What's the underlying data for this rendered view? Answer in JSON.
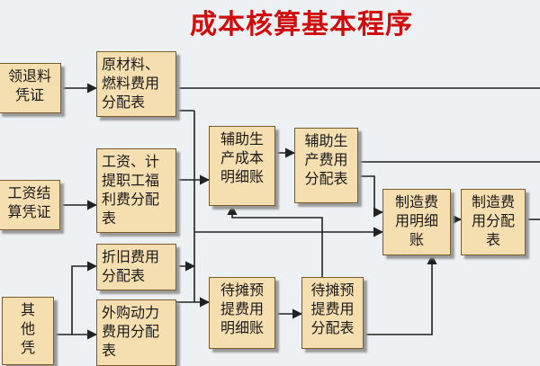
{
  "title": "成本核算基本程序",
  "boxes": {
    "requisition": "领退料\n凭证",
    "wage_voucher": "工资结\n算凭证",
    "other_voucher": "其\n他\n凭",
    "material_alloc": "原材料、\n燃料费用\n分配表",
    "wage_alloc": "工资、计\n提职工福\n利费分配\n表",
    "depreciation_alloc": "折旧费用\n分配表",
    "power_alloc": "外购动力\n费用分配\n表",
    "aux_cost_ledger": "辅助生\n产成本\n明细账",
    "aux_alloc": "辅助生\n产费用\n分配表",
    "prepaid_ledger": "待摊预\n提费用\n明细账",
    "prepaid_alloc": "待摊预\n提费用\n分配表",
    "mfg_ledger": "制造费\n用明细\n账",
    "mfg_alloc": "制造费\n用分配\n表"
  }
}
